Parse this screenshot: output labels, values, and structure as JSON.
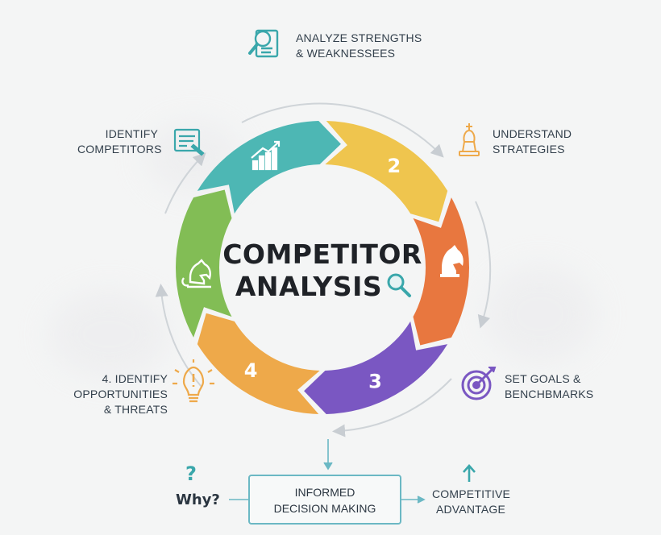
{
  "center": {
    "line1": "COMPETITOR",
    "line2": "ANALYSIS"
  },
  "segments": [
    {
      "number": "",
      "color": "#4db7b4",
      "icon": "bar-chart-icon"
    },
    {
      "number": "2",
      "color": "#efc54e",
      "icon": ""
    },
    {
      "number": "",
      "color": "#e8773f",
      "icon": "chess-knight-icon"
    },
    {
      "number": "3",
      "color": "#7a57c2",
      "icon": ""
    },
    {
      "number": "4",
      "color": "#eea94a",
      "icon": ""
    },
    {
      "number": "",
      "color": "#82bd55",
      "icon": "chess-knight-icon"
    }
  ],
  "steps": {
    "analyze": {
      "line1": "ANALYZE STRENGTHS",
      "line2": "& WEAKNESSEES",
      "icon": "magnifier-document-icon"
    },
    "identify_competitors": {
      "line1": "IDENTIFY",
      "line2": "COMPETITORS",
      "icon": "document-pencil-icon"
    },
    "understand": {
      "line1": "UNDERSTAND",
      "line2": "STRATEGIES",
      "icon": "chess-king-icon"
    },
    "set_goals": {
      "line1": "SET GOALS &",
      "line2": "BENCHBMARKS",
      "icon": "target-icon"
    },
    "opportunities": {
      "line1": "4. IDENTIFY OPPORTUNITIES",
      "line2": "& THREATS",
      "icon": "light-bulb-icon"
    }
  },
  "bottom": {
    "why_mark": "?",
    "why_label": "Why?",
    "decision_line1": "INFORMED",
    "decision_line2": "DECISION MAKING",
    "advantage_line1": "COMPETITIVE",
    "advantage_line2": "ADVANTAGE"
  },
  "colors": {
    "teal": "#4db7b4",
    "yellow": "#efc54e",
    "orange": "#e8773f",
    "purple": "#7a57c2",
    "amber": "#eea94a",
    "green": "#82bd55",
    "icon_teal": "#3aa7ab"
  }
}
